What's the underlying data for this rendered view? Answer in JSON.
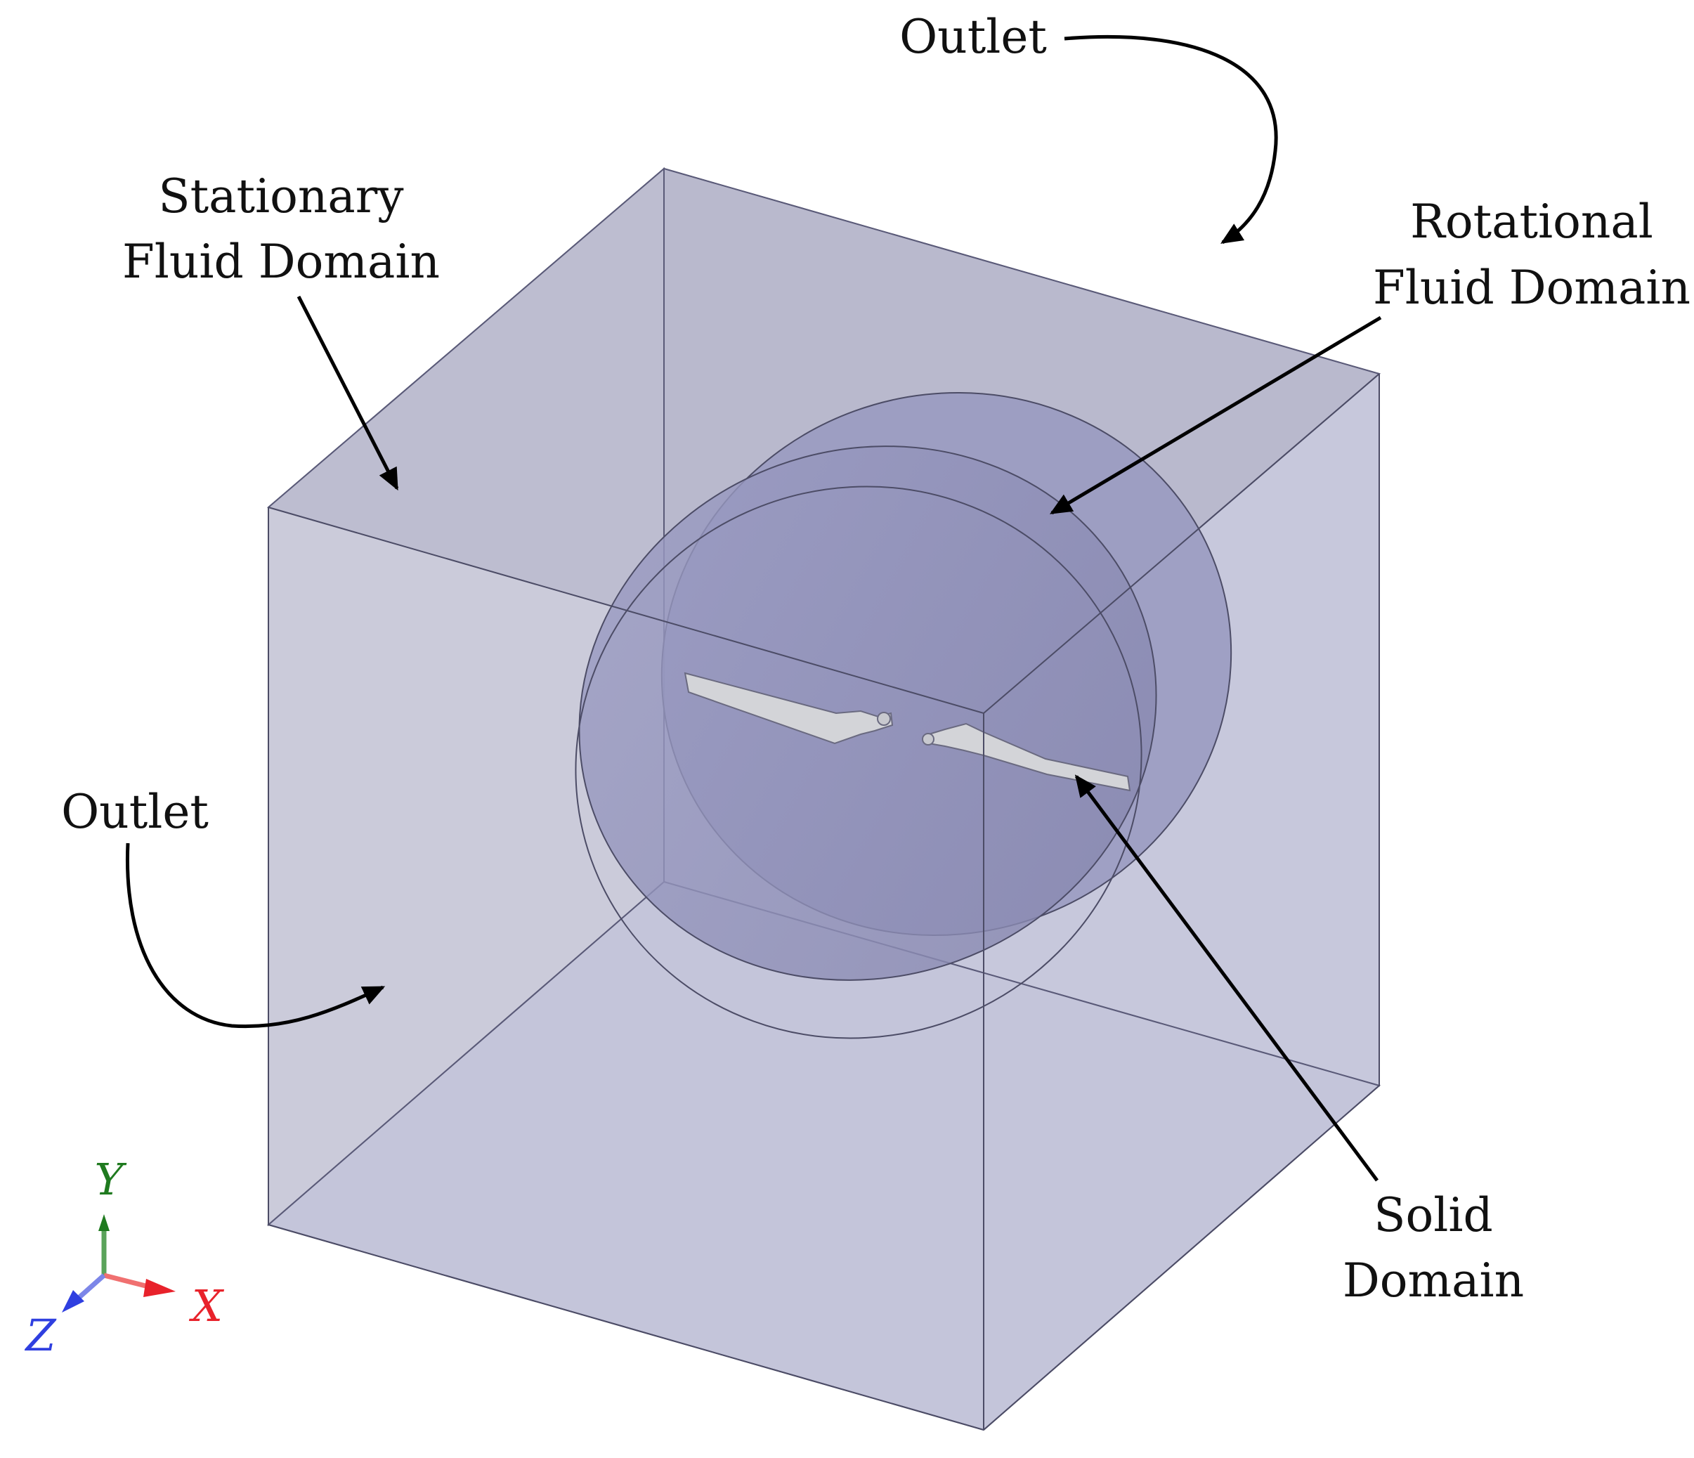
{
  "labels": {
    "outlet_top": "Outlet",
    "stationary_line1": "Stationary",
    "stationary_line2": "Fluid Domain",
    "rotational_line1": "Rotational",
    "rotational_line2": "Fluid Domain",
    "outlet_left": "Outlet",
    "solid_line1": "Solid",
    "solid_line2": "Domain"
  },
  "triad": {
    "x_label": "X",
    "y_label": "Y",
    "z_label": "Z",
    "x_color": "#e8222b",
    "y_color": "#1f7a1f",
    "z_color": "#2f3fe0"
  },
  "colors": {
    "box_face": "#c3c4d9",
    "box_side": "#b6b6c6",
    "box_top": "#babace",
    "disc_fill": "#8d8fbf",
    "edge": "#4c4c66",
    "blade": "#d3d4d8"
  }
}
